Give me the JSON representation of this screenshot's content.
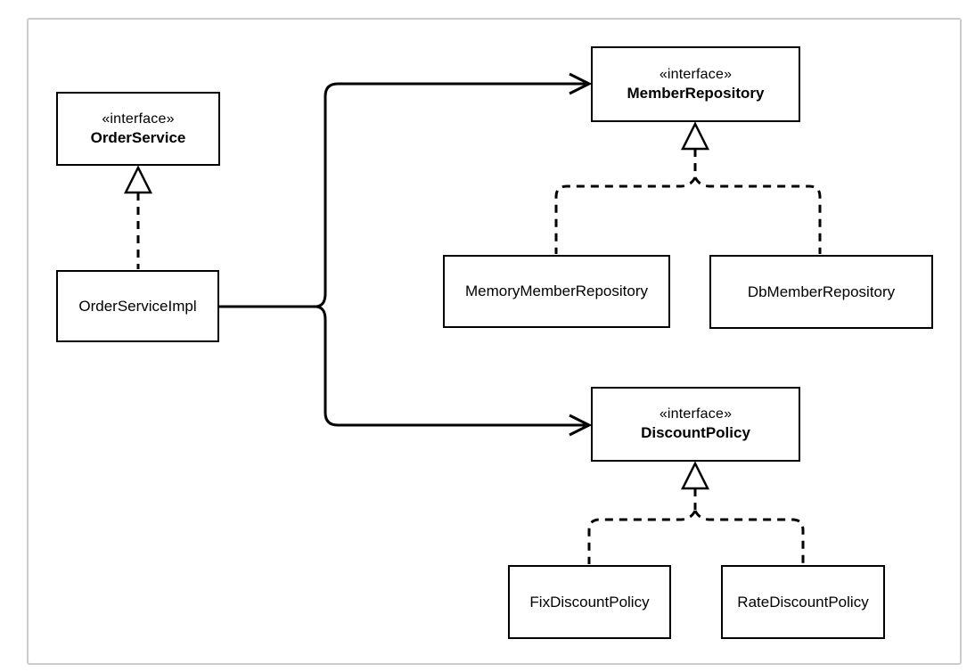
{
  "diagram": {
    "kind": "uml-class-diagram",
    "nodes": {
      "order_service": {
        "stereotype": "«interface»",
        "name": "OrderService"
      },
      "order_service_impl": {
        "name": "OrderServiceImpl"
      },
      "member_repository": {
        "stereotype": "«interface»",
        "name": "MemberRepository"
      },
      "memory_member_repository": {
        "name": "MemoryMemberRepository"
      },
      "db_member_repository": {
        "name": "DbMemberRepository"
      },
      "discount_policy": {
        "stereotype": "«interface»",
        "name": "DiscountPolicy"
      },
      "fix_discount_policy": {
        "name": "FixDiscountPolicy"
      },
      "rate_discount_policy": {
        "name": "RateDiscountPolicy"
      }
    },
    "edges": [
      {
        "from": "OrderServiceImpl",
        "to": "OrderService",
        "type": "realization",
        "style": "dashed-hollow-triangle"
      },
      {
        "from": "OrderServiceImpl",
        "to": "MemberRepository",
        "type": "dependency",
        "style": "solid-open-arrow"
      },
      {
        "from": "OrderServiceImpl",
        "to": "DiscountPolicy",
        "type": "dependency",
        "style": "solid-open-arrow"
      },
      {
        "from": "MemoryMemberRepository",
        "to": "MemberRepository",
        "type": "realization",
        "style": "dashed-hollow-triangle"
      },
      {
        "from": "DbMemberRepository",
        "to": "MemberRepository",
        "type": "realization",
        "style": "dashed-hollow-triangle"
      },
      {
        "from": "FixDiscountPolicy",
        "to": "DiscountPolicy",
        "type": "realization",
        "style": "dashed-hollow-triangle"
      },
      {
        "from": "RateDiscountPolicy",
        "to": "DiscountPolicy",
        "type": "realization",
        "style": "dashed-hollow-triangle"
      }
    ],
    "colors": {
      "stroke": "#000000",
      "node_fill": "#ffffff",
      "frame_border": "#cbcbcb",
      "background": "#ffffff"
    }
  }
}
